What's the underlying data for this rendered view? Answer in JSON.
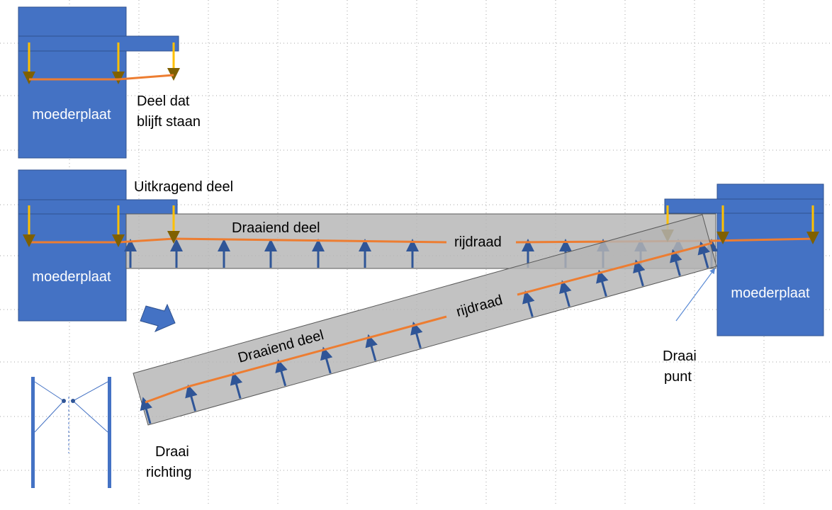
{
  "labels": {
    "mother_plate_top": "moederplaat",
    "mother_plate_left": "moederplaat",
    "mother_plate_right": "moederplaat",
    "remaining_part_line1": "Deel dat",
    "remaining_part_line2": "blijft staan",
    "cantilever_part": "Uitkragend deel",
    "rotating_part_horizontal": "Draaiend deel",
    "rotating_part_rotated": "Draaiend deel",
    "contact_wire_horizontal": "rijdraad",
    "contact_wire_rotated": "rijdraad",
    "pivot_point_line1": "Draai",
    "pivot_point_line2": "punt",
    "rotation_direction_line1": "Draai",
    "rotation_direction_line2": "richting"
  },
  "icons": {
    "rotation_arrow": "down-right-arrow-icon",
    "pivot_pointer": "pointer-arrow-icon",
    "hanger": "dropper-arrow-icon",
    "rotation_symbol": "pivot-symbol-icon"
  },
  "colors": {
    "mother_plate": "#4472c4",
    "contact_wire": "#ed7d31",
    "rotating_part": "#b4b4b4",
    "hanger": "#ffc000",
    "dropper": "#2f5597",
    "grid": "#a6a6a6"
  }
}
